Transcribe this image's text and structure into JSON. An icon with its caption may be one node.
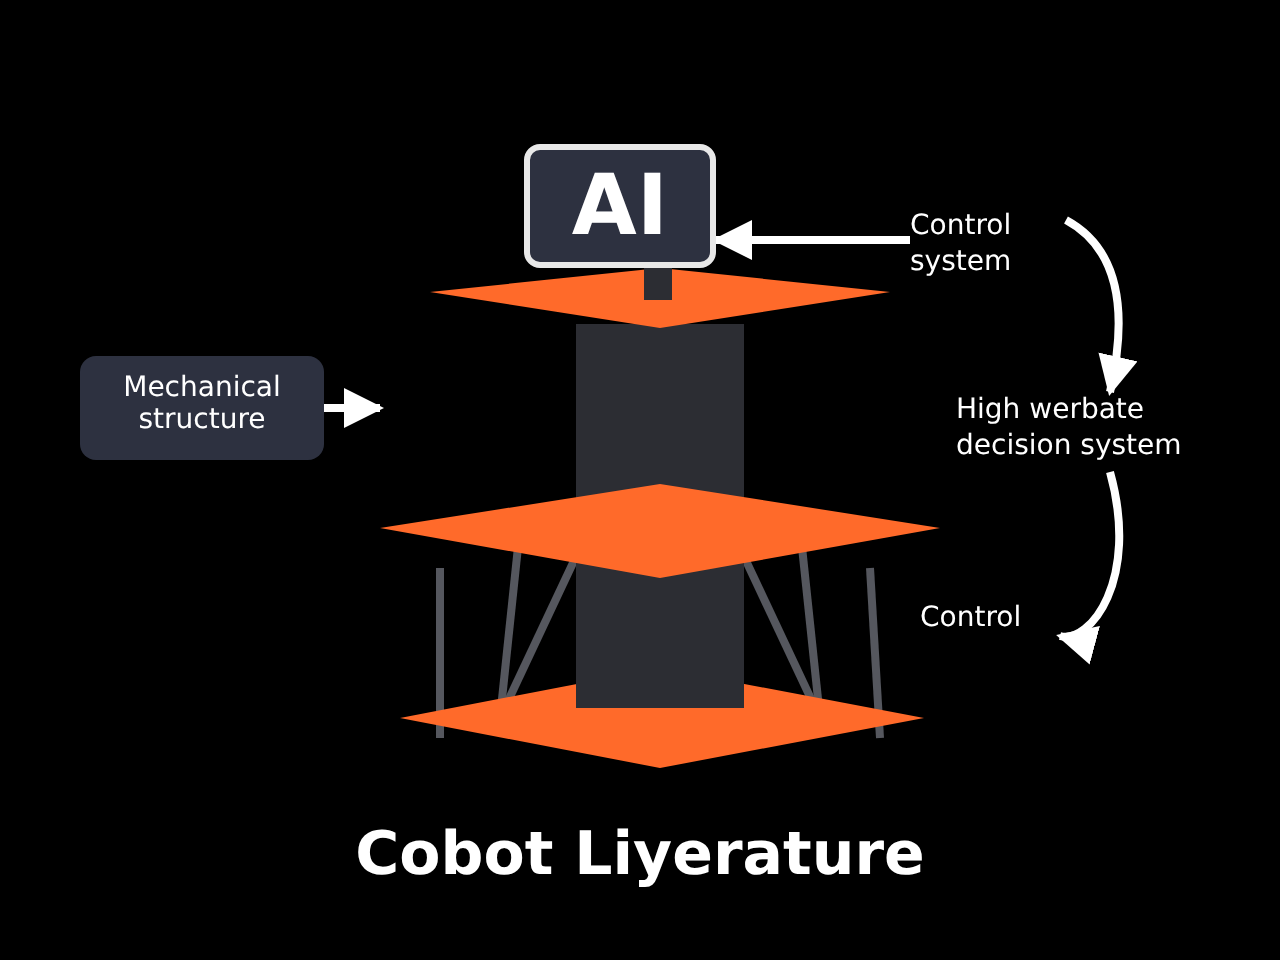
{
  "diagram": {
    "title": "Cobot Liyerature",
    "nodes": [
      {
        "text": [
          "AI"
        ]
      },
      {
        "text": [
          "Control system"
        ]
      },
      {
        "text": [
          "Mechanical structure"
        ]
      },
      {
        "text": [],
        "shape": "picture"
      },
      {
        "text": [
          "High werbate decision system"
        ]
      },
      {
        "text": [
          "Control"
        ]
      }
    ],
    "edges": [
      {
        "from": 1,
        "to": 0,
        "arrow": "to"
      },
      {
        "from": 2,
        "to": 3,
        "arrow": "to"
      },
      {
        "from": 1,
        "to": 4,
        "arrow": "to"
      },
      {
        "from": 4,
        "to": 5,
        "arrow": "to"
      }
    ]
  }
}
